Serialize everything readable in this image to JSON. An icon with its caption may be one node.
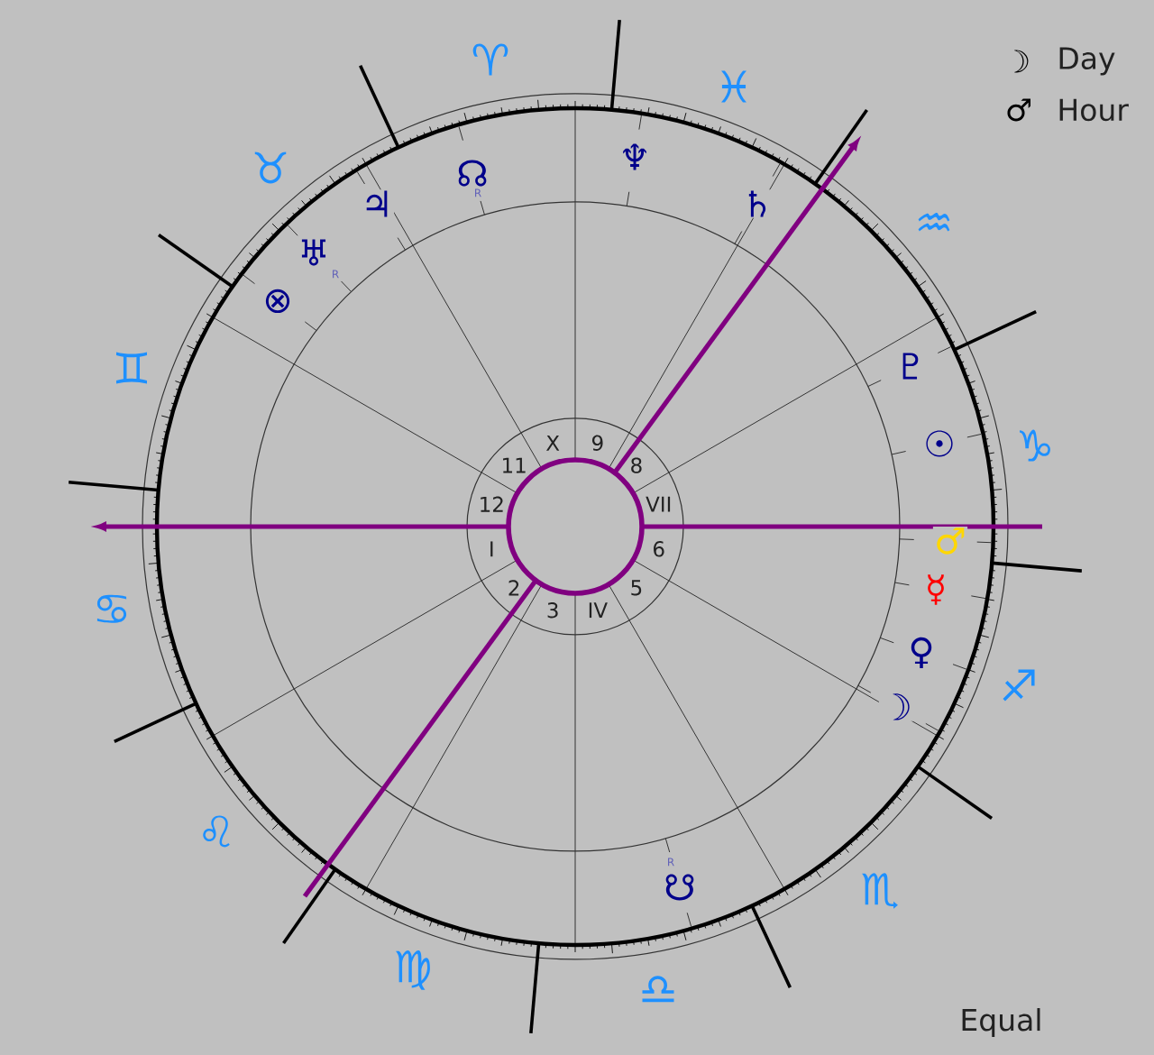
{
  "diagram": {
    "labels": [
      "♈",
      "♉",
      "♊",
      "♋",
      "♌",
      "♍",
      "♎",
      "♏",
      "♐",
      "♑",
      "♒",
      "♓",
      "☊",
      "R",
      "♃",
      "♅",
      "R",
      "⊗",
      "♆",
      "♄",
      "♇",
      "☉",
      "♂",
      "☿",
      "♀",
      "☽",
      "R",
      "☋",
      "X",
      "9",
      "11",
      "8",
      "12",
      "VII",
      "I",
      "6",
      "2",
      "5",
      "3",
      "IV",
      "☽",
      "Day",
      "♂",
      "Hour",
      "Equal"
    ]
  }
}
